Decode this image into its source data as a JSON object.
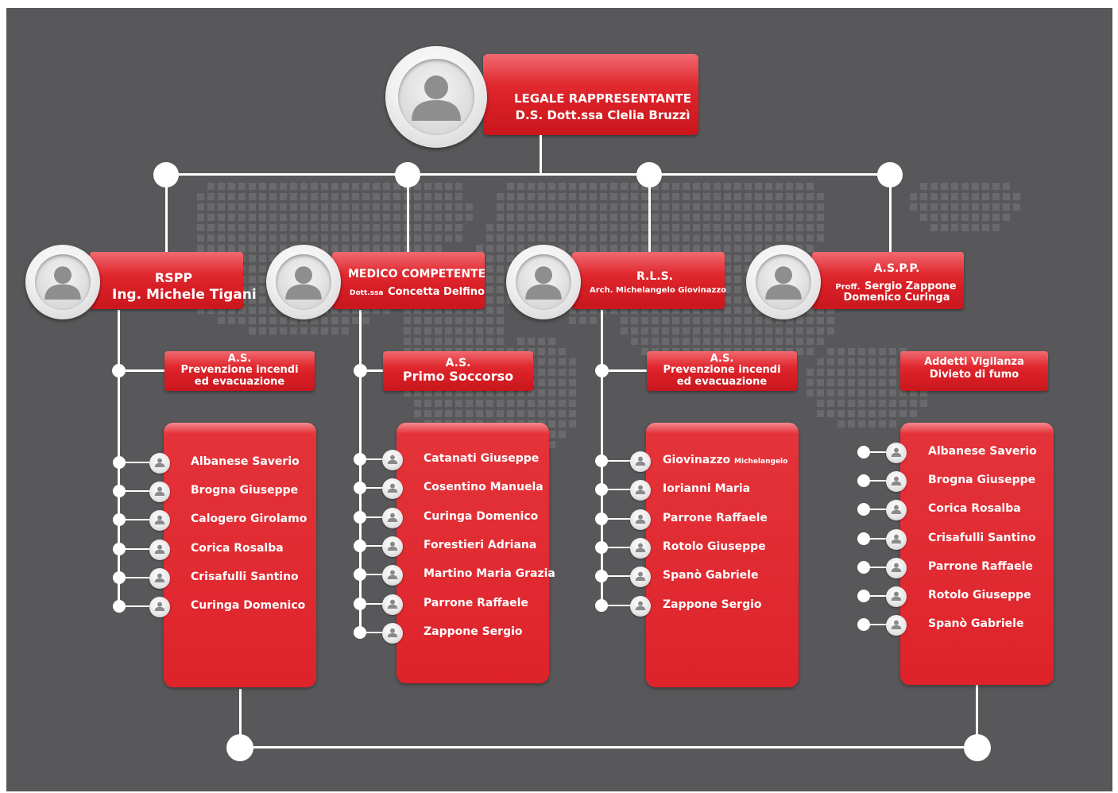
{
  "top": {
    "title": "LEGALE RAPPRESENTANTE",
    "name": "D.S. Dott.ssa Clelia Bruzzì"
  },
  "roles": [
    {
      "title": "RSPP",
      "prefix": "",
      "name": "Ing. Michele Tigani",
      "team_lines": [
        "A.S.",
        "Prevenzione incendi",
        "ed evacuazione"
      ],
      "members": [
        {
          "name": "Albanese Saverio",
          "extra": ""
        },
        {
          "name": "Brogna Giuseppe",
          "extra": ""
        },
        {
          "name": "Calogero Girolamo",
          "extra": ""
        },
        {
          "name": "Corica Rosalba",
          "extra": ""
        },
        {
          "name": "Crisafulli Santino",
          "extra": ""
        },
        {
          "name": "Curinga Domenico",
          "extra": ""
        }
      ]
    },
    {
      "title": "MEDICO COMPETENTE",
      "prefix": "Dott.ssa",
      "name": "Concetta Delfino",
      "team_lines": [
        "A.S.",
        "Primo Soccorso"
      ],
      "members": [
        {
          "name": "Catanati Giuseppe",
          "extra": ""
        },
        {
          "name": "Cosentino Manuela",
          "extra": ""
        },
        {
          "name": "Curinga Domenico",
          "extra": ""
        },
        {
          "name": "Forestieri Adriana",
          "extra": ""
        },
        {
          "name": "Martino Maria Grazia",
          "extra": ""
        },
        {
          "name": "Parrone Raffaele",
          "extra": ""
        },
        {
          "name": "Zappone Sergio",
          "extra": ""
        }
      ]
    },
    {
      "title": "R.L.S.",
      "prefix": "",
      "name": "Arch. Michelangelo Giovinazzo",
      "team_lines": [
        "A.S.",
        "Prevenzione incendi",
        "ed evacuazione"
      ],
      "members": [
        {
          "name": "Giovinazzo",
          "extra": "Michelangelo"
        },
        {
          "name": "Iorianni  Maria",
          "extra": ""
        },
        {
          "name": "Parrone Raffaele",
          "extra": ""
        },
        {
          "name": "Rotolo Giuseppe",
          "extra": ""
        },
        {
          "name": "Spanò Gabriele",
          "extra": ""
        },
        {
          "name": "Zappone Sergio",
          "extra": ""
        }
      ]
    },
    {
      "title": "A.S.P.P.",
      "prefix": "Proff.",
      "name": "Sergio Zappone",
      "name2": "Domenico Curinga",
      "team_lines": [
        "Addetti Vigilanza",
        "Divieto di fumo"
      ],
      "members": [
        {
          "name": "Albanese Saverio",
          "extra": ""
        },
        {
          "name": "Brogna Giuseppe",
          "extra": ""
        },
        {
          "name": "Corica Rosalba",
          "extra": ""
        },
        {
          "name": "Crisafulli Santino",
          "extra": ""
        },
        {
          "name": "Parrone Raffaele",
          "extra": ""
        },
        {
          "name": "Rotolo Giuseppe",
          "extra": ""
        },
        {
          "name": "Spanò Gabriele",
          "extra": ""
        }
      ]
    }
  ],
  "colors": {
    "background": "#58585a",
    "accent_red": "#de232a",
    "lines": "#ffffff"
  },
  "icons": [
    "person-icon",
    "world-map-dots"
  ]
}
